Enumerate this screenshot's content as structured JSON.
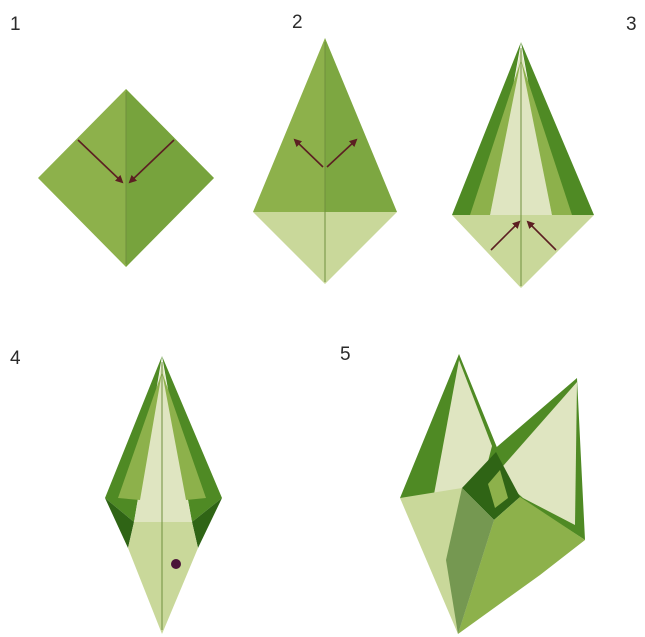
{
  "steps": [
    {
      "label": "1"
    },
    {
      "label": "2"
    },
    {
      "label": "3"
    },
    {
      "label": "4"
    },
    {
      "label": "5"
    }
  ],
  "colors": {
    "paper_mid": "#8db14b",
    "paper_light": "#c9d89a",
    "paper_pale": "#dfe5c1",
    "paper_dark": "#4f8a24",
    "paper_darker": "#2f6415",
    "crease": "#6f8f3d",
    "arrow": "#5c1f22",
    "mark": "#4a1438"
  }
}
